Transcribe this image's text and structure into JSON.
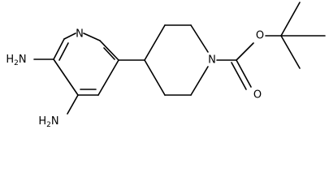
{
  "molecule": {
    "labels": {
      "pyridine_n": "N",
      "amine_top": "H2N",
      "amine_bottom": "H2N",
      "piperidine_n": "N",
      "ester_o": "O",
      "carbonyl_o": "O"
    }
  }
}
